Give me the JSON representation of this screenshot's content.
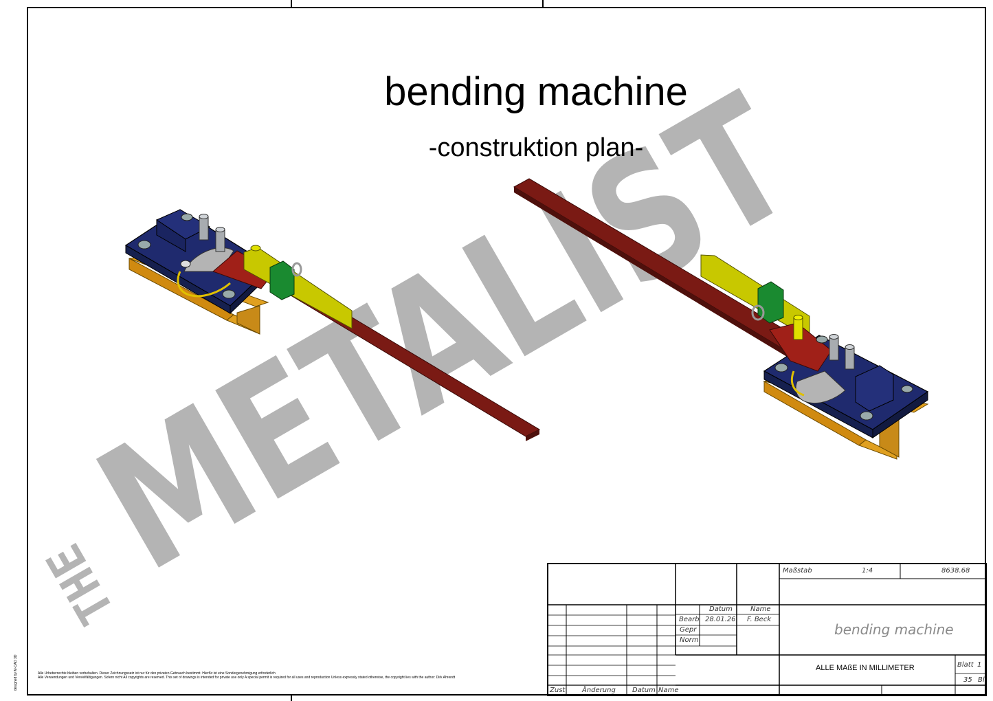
{
  "drawing": {
    "title": "bending machine",
    "subtitle": "-construktion plan-",
    "watermark": "METALIST",
    "watermark_prefix": "THE",
    "copyright_line1": "Alle Urheberrechte bleiben vorbehalten. Dieser Zeichnungssatz ist nur für den privaten Gebrauch bestimmt. Hierfür ist eine Sondergenehmigung erforderlich",
    "copyright_line2": "Alle Verwendungen und Vervielfältigungen.  Sofern nicht All copyrights are reserved. This set of drawings is intended for private use only   A special permit is required for all uses and reproduction   Unless expressly stated otherwise,  the copyright lies with the author: Dirk Ahrendt",
    "designer_note": "designed by M-CAD 3D"
  },
  "title_block": {
    "massstab_label": "Maßstab",
    "massstab_value": "1:4",
    "number": "8638.68",
    "datum_label": "Datum",
    "name_label": "Name",
    "bearb_label": "Bearb",
    "bearb_date": "28.01.26",
    "bearb_name": "F. Beck",
    "gepr_label": "Gepr",
    "norm_label": "Norm",
    "drawing_name": "bending machine",
    "units_note": "ALLE MAßE IN MILLIMETER",
    "blatt_label": "Blatt",
    "blatt_value": "1",
    "sheets_value": "35",
    "sheets_label": "Bl",
    "zust_label": "Zust",
    "aenderung_label": "Änderung",
    "rev_datum_label": "Datum",
    "rev_name_label": "Name"
  },
  "colors": {
    "base_plate": "#1f2a6e",
    "frame_orange": "#e0a020",
    "lever_red": "#7a1a14",
    "clamp_yellow": "#c8c800",
    "block_green": "#1a8a30",
    "watermark_gray": "#b4b4b4"
  }
}
